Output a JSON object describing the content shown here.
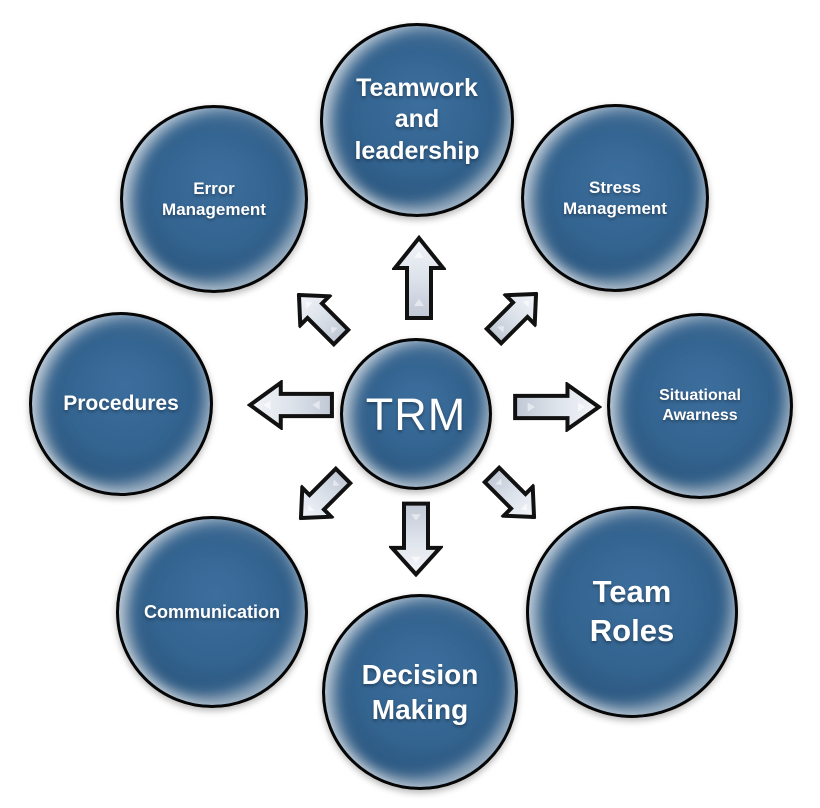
{
  "diagram": {
    "center_node": {
      "label": "TRM"
    },
    "nodes": [
      {
        "position": "top",
        "label": "Teamwork\nand\nleadership"
      },
      {
        "position": "top-right",
        "label": "Stress\nManagement"
      },
      {
        "position": "right",
        "label": "Situational\nAwarness"
      },
      {
        "position": "bottom-right",
        "label": "Team\nRoles"
      },
      {
        "position": "bottom",
        "label": "Decision\nMaking"
      },
      {
        "position": "bottom-left",
        "label": "Communication"
      },
      {
        "position": "left",
        "label": "Procedures"
      },
      {
        "position": "top-left",
        "label": "Error\nManagement"
      }
    ],
    "arrows": [
      {
        "direction": "up"
      },
      {
        "direction": "up-right"
      },
      {
        "direction": "right"
      },
      {
        "direction": "down-right"
      },
      {
        "direction": "down"
      },
      {
        "direction": "down-left"
      },
      {
        "direction": "left"
      },
      {
        "direction": "up-left"
      }
    ],
    "colors": {
      "node_fill": "#33638f",
      "node_fill_dark": "#24496d",
      "node_border": "#060606",
      "node_text": "#ffffff",
      "arrow_fill_light": "#f3f5f9",
      "arrow_fill_dark": "#c0c8d5",
      "arrow_border": "#111111",
      "background": "#ffffff"
    }
  }
}
